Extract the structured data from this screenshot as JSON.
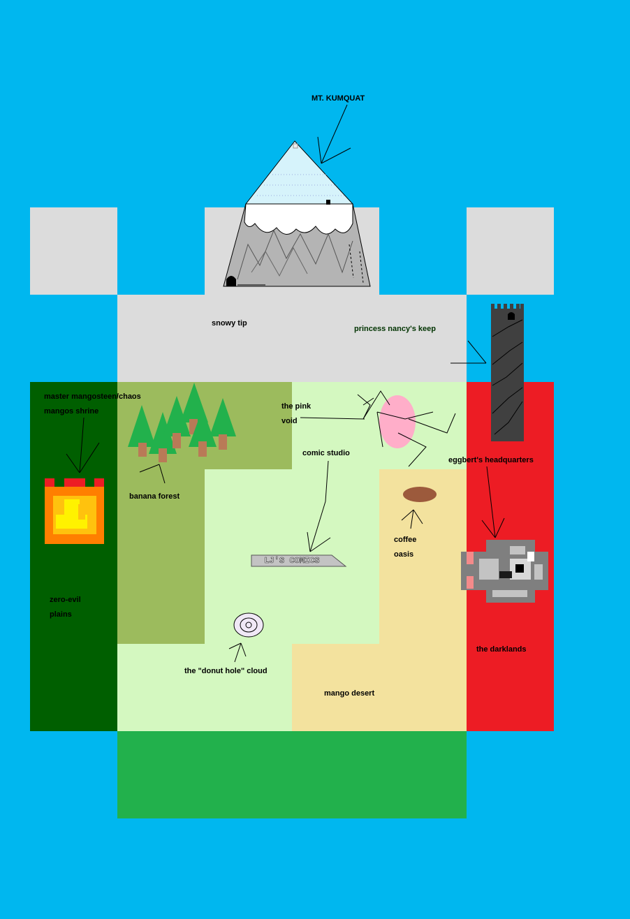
{
  "colors": {
    "sky": "#00b7ef",
    "snow": "#dcdcdc",
    "forest": "#9cbb5d",
    "plains": "#005f00",
    "lightgreen": "#d4f8c0",
    "desert": "#f3e29e",
    "darklands": "#ed1c24",
    "grass": "#22b14c"
  },
  "labels": {
    "mt_kumquat": "MT. KUMQUAT",
    "snowy_tip": "snowy tip",
    "princess_keep": "princess nancy's keep",
    "shrine_line1": "master mangosteen/chaos",
    "shrine_line2": "mangos shrine",
    "pink_void_line1": "the pink",
    "pink_void_line2": "void",
    "comic_studio": "comic studio",
    "banana_forest": "banana forest",
    "eggbert_hq": "eggbert's headquarters",
    "coffee_line1": "coffee",
    "coffee_line2": "oasis",
    "zero_evil_line1": "zero-evil",
    "zero_evil_line2": "plains",
    "donut_cloud": "the \"donut hole\" cloud",
    "darklands": "the darklands",
    "mango_desert": "mango desert"
  },
  "studio_sign": "LJ'S COMICS"
}
